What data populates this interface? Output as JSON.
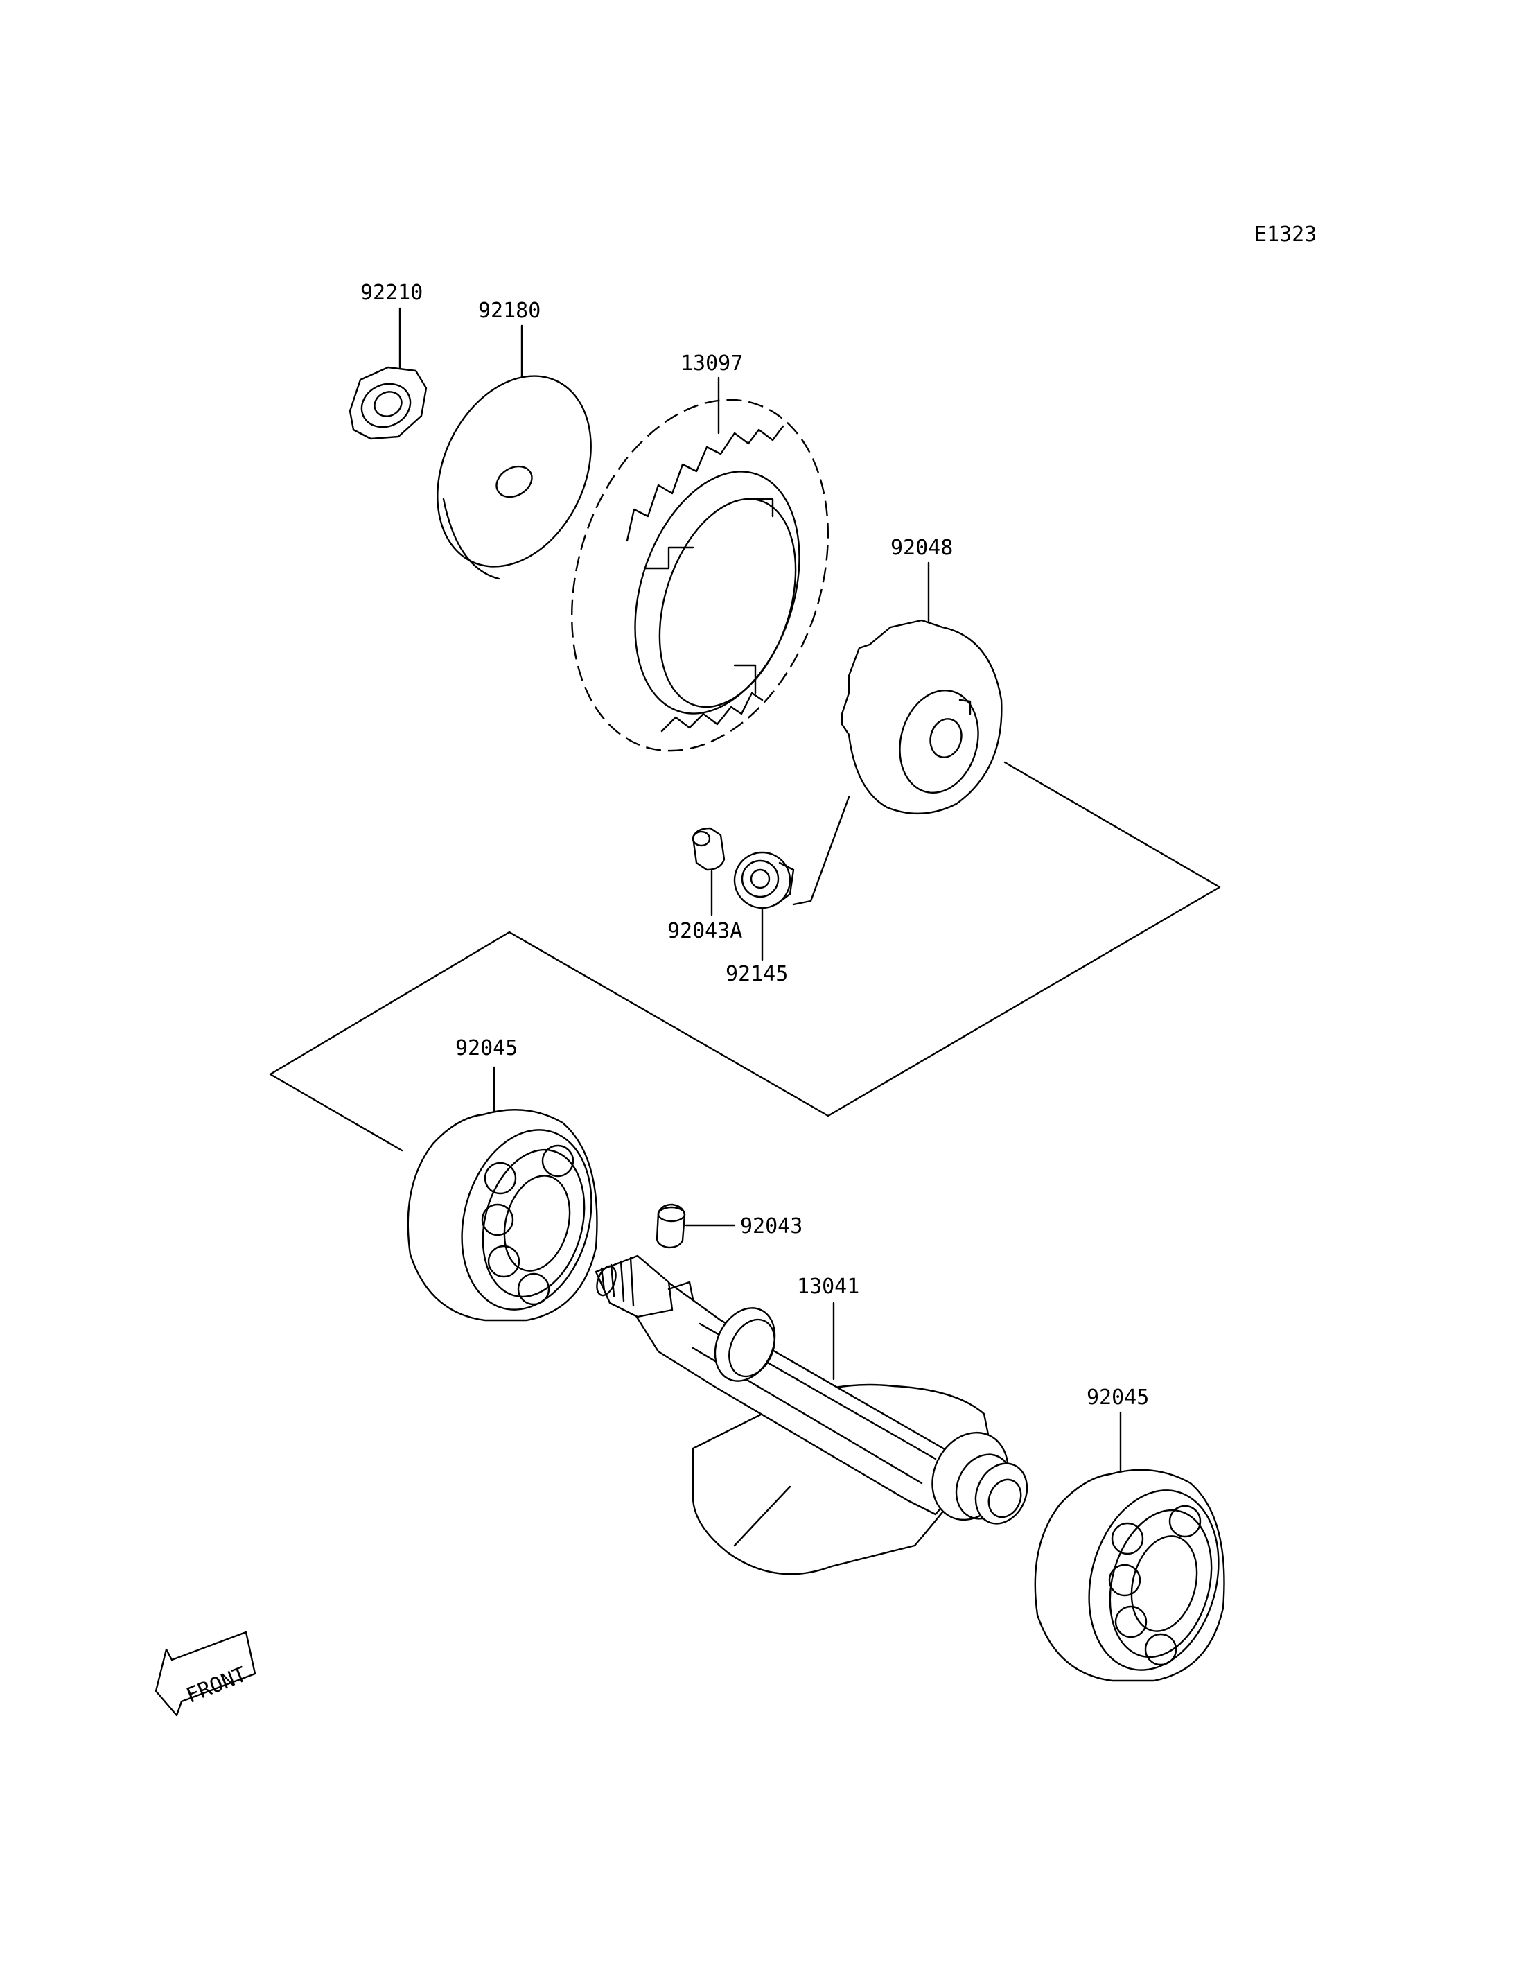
{
  "diagram_id": "E1323",
  "labels": {
    "p92210": "92210",
    "p92180": "92180",
    "p13097": "13097",
    "p92048": "92048",
    "p92043A": "92043A",
    "p92145": "92145",
    "p92045_top": "92045",
    "p92043": "92043",
    "p13041": "13041",
    "p92045_bottom": "92045"
  },
  "front_marker": "FRONT"
}
